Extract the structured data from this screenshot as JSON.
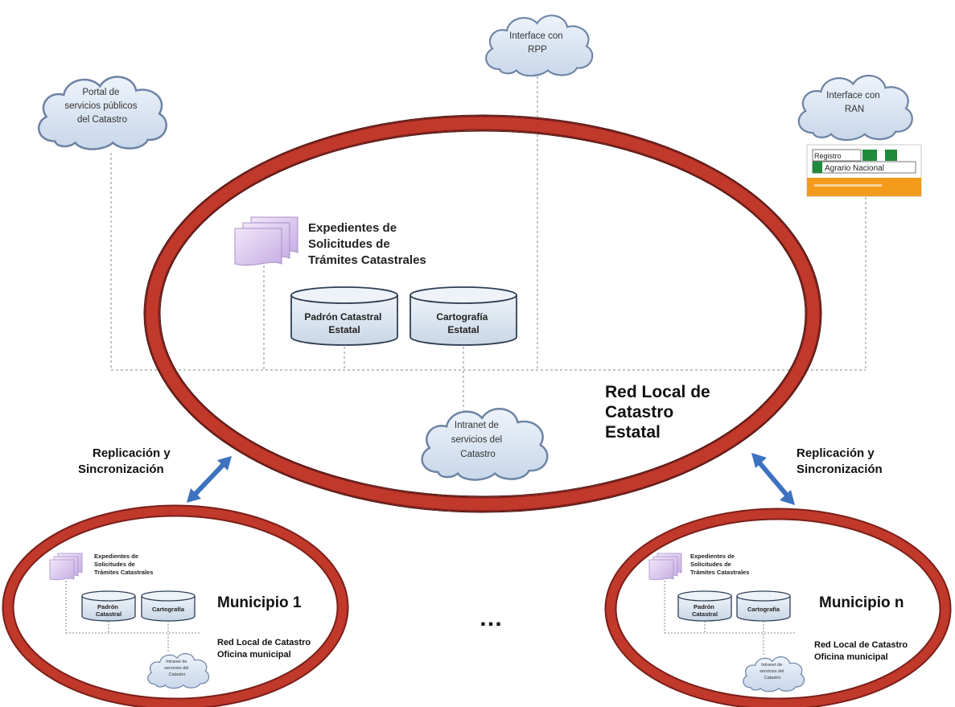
{
  "clouds": {
    "portal": "Portal de servicios públicos del Catastro",
    "rpp": "Interface con RPP",
    "ran": "Interface con RAN",
    "intranet": "Intranet de servicios del Catastro"
  },
  "ran_logo": {
    "line1": "Registro",
    "line2": "Agrario Nacional",
    "footer_color": "#f29b1d",
    "green": "#1f8a3a"
  },
  "central": {
    "documents": "Expedientes de Solicitudes de Trámites Catastrales",
    "db_padron": "Padrón Catastral Estatal",
    "db_cartografia": "Cartografía Estatal",
    "network_label": "Red Local de Catastro Estatal"
  },
  "replication": {
    "left": "Replicación y Sincronización",
    "right": "Replicación y Sincronización"
  },
  "ellipsis": "…",
  "municipio_1": {
    "title": "Municipio 1",
    "documents": "Expedientes de Solicitudes de Trámites Catastrales",
    "db_padron": "Padrón Catastral",
    "db_cartografia": "Cartografía",
    "intranet": "Intranet de servicios del Catastro",
    "network_label": "Red Local de Catastro Oficina municipal"
  },
  "municipio_n": {
    "title": "Municipio n",
    "documents": "Expedientes de Solicitudes de Trámites Catastrales",
    "db_padron": "Padrón Catastral",
    "db_cartografia": "Cartografía",
    "intranet": "Intranet de servicios del Catastro",
    "network_label": "Red Local de Catastro Oficina municipal"
  },
  "colors": {
    "ring": "#c0392b",
    "ring_dark": "#7b1f1a",
    "cloud_fill": "#dbe6f3",
    "cloud_stroke": "#6d83a4",
    "db_fill": "#d8e2ee",
    "db_stroke": "#2f3f55",
    "doc_fill": "#d9c6ec",
    "arrow": "#3d72c0"
  }
}
